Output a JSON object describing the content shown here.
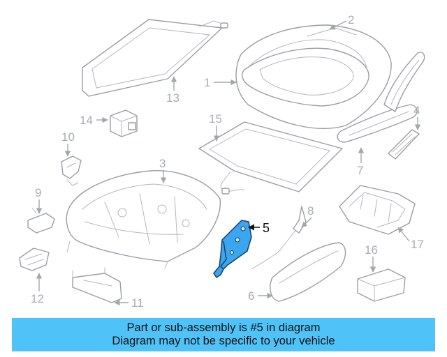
{
  "callouts": {
    "c1": "1",
    "c2": "2",
    "c3": "3",
    "c4": "4",
    "c5": "5",
    "c6": "6",
    "c7": "7",
    "c8": "8",
    "c9": "9",
    "c10": "10",
    "c11": "11",
    "c12": "12",
    "c13": "13",
    "c14": "14",
    "c15": "15",
    "c16": "16",
    "c17": "17"
  },
  "highlighted_part": "5",
  "caption": {
    "line1": "Part or sub-assembly is #5 in diagram",
    "line2": "Diagram may not be specific to your vehicle"
  },
  "colors": {
    "highlight_fill": "#3aa6f0",
    "caption_background": "#4fc3f7",
    "line_art": "#9a9ea3"
  }
}
